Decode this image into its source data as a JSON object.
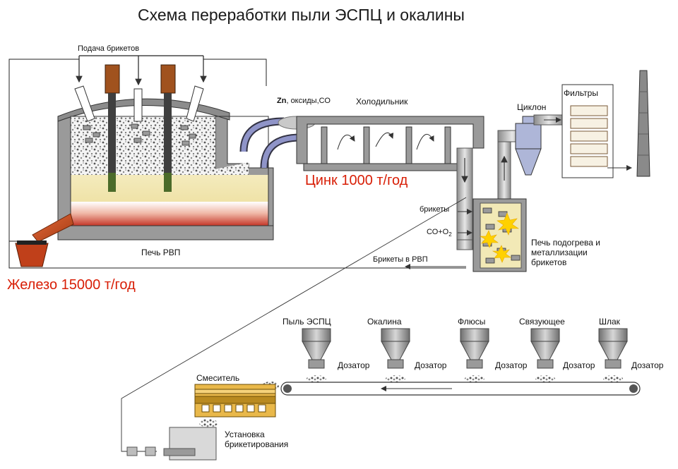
{
  "title": "Схема переработки пыли ЭСПЦ и окалины",
  "furnace": {
    "feed_label": "Подача брикетов",
    "name": "Печь РВП"
  },
  "gas": {
    "zn_prefix": "Zn",
    "zn_rest": ", оксиды,СО",
    "cooler": "Холодильник",
    "cyclone": "Циклон",
    "filters": "Фильтры"
  },
  "results": {
    "zinc": "Цинк 1000 т/год",
    "iron": "Железо 15000 т/год"
  },
  "preheat": {
    "briquettes": "брикеты",
    "co_o2_prefix": "СО+О",
    "co_o2_sub": "2",
    "furnace_label": "Печь подогрева и металлизации брикетов",
    "to_rvp": "Брикеты в РВП"
  },
  "materials": [
    {
      "name": "Пыль ЭСПЦ",
      "doser": "Дозатор"
    },
    {
      "name": "Окалина",
      "doser": "Дозатор"
    },
    {
      "name": "Флюсы",
      "doser": "Дозатор"
    },
    {
      "name": "Связующее",
      "doser": "Дозатор"
    },
    {
      "name": "Шлак",
      "doser": "Дозатор"
    }
  ],
  "mixer": "Смеситель",
  "briquetting": "Установка брикетирования",
  "colors": {
    "molten_iron": "#c0401a",
    "slag_bed": "#f2e9b6",
    "electrode_band": "#a0521e",
    "flame": "#ffd100",
    "accent_text": "#d81e06"
  }
}
